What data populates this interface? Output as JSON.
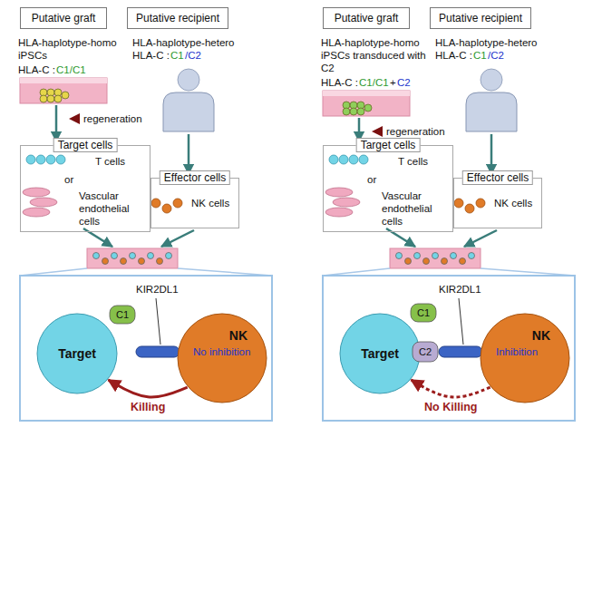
{
  "diagram": {
    "nodes": [
      {
        "text": [
          "Putative graft"
        ]
      },
      {
        "text": [
          "Putative recipient"
        ]
      },
      {
        "text": [
          "Target cells",
          "T cells",
          "or",
          "Vascular endothelial cells"
        ]
      },
      {
        "text": [
          "Effector cells",
          "NK cells"
        ]
      },
      {
        "text": [
          "Target"
        ]
      },
      {
        "text": [
          "NK"
        ]
      },
      {
        "text": [
          "C1"
        ]
      },
      {
        "text": [
          "Putative graft"
        ]
      },
      {
        "text": [
          "Putative recipient"
        ]
      },
      {
        "text": [
          "Target cells",
          "T cells",
          "or",
          "Vascular endothelial cells"
        ]
      },
      {
        "text": [
          "Effector cells",
          "NK cells"
        ]
      },
      {
        "text": [
          "Target"
        ]
      },
      {
        "text": [
          "NK"
        ]
      },
      {
        "text": [
          "C1"
        ]
      },
      {
        "text": [
          "C2"
        ]
      }
    ],
    "edges": [
      {
        "from": 5,
        "to": 4,
        "arrow": "to",
        "label": "Killing"
      },
      {
        "from": 12,
        "to": 11,
        "arrow": "to",
        "label": "No Killing"
      }
    ],
    "labels": [
      "HLA-haplotype-homo iPSCs",
      "HLA-C :",
      "C1/C1",
      "regeneration",
      "HLA-haplotype-hetero",
      "HLA-C :",
      "C1",
      "/C2",
      "KIR2DL1",
      "No inhibition",
      "HLA-haplotype-homo iPSCs transduced with C2",
      "HLA-C :",
      "C1/C1",
      "+",
      "C2",
      "regeneration",
      "HLA-haplotype-hetero",
      "HLA-C :",
      "C1",
      "/C2",
      "KIR2DL1",
      "Inhibition"
    ]
  }
}
